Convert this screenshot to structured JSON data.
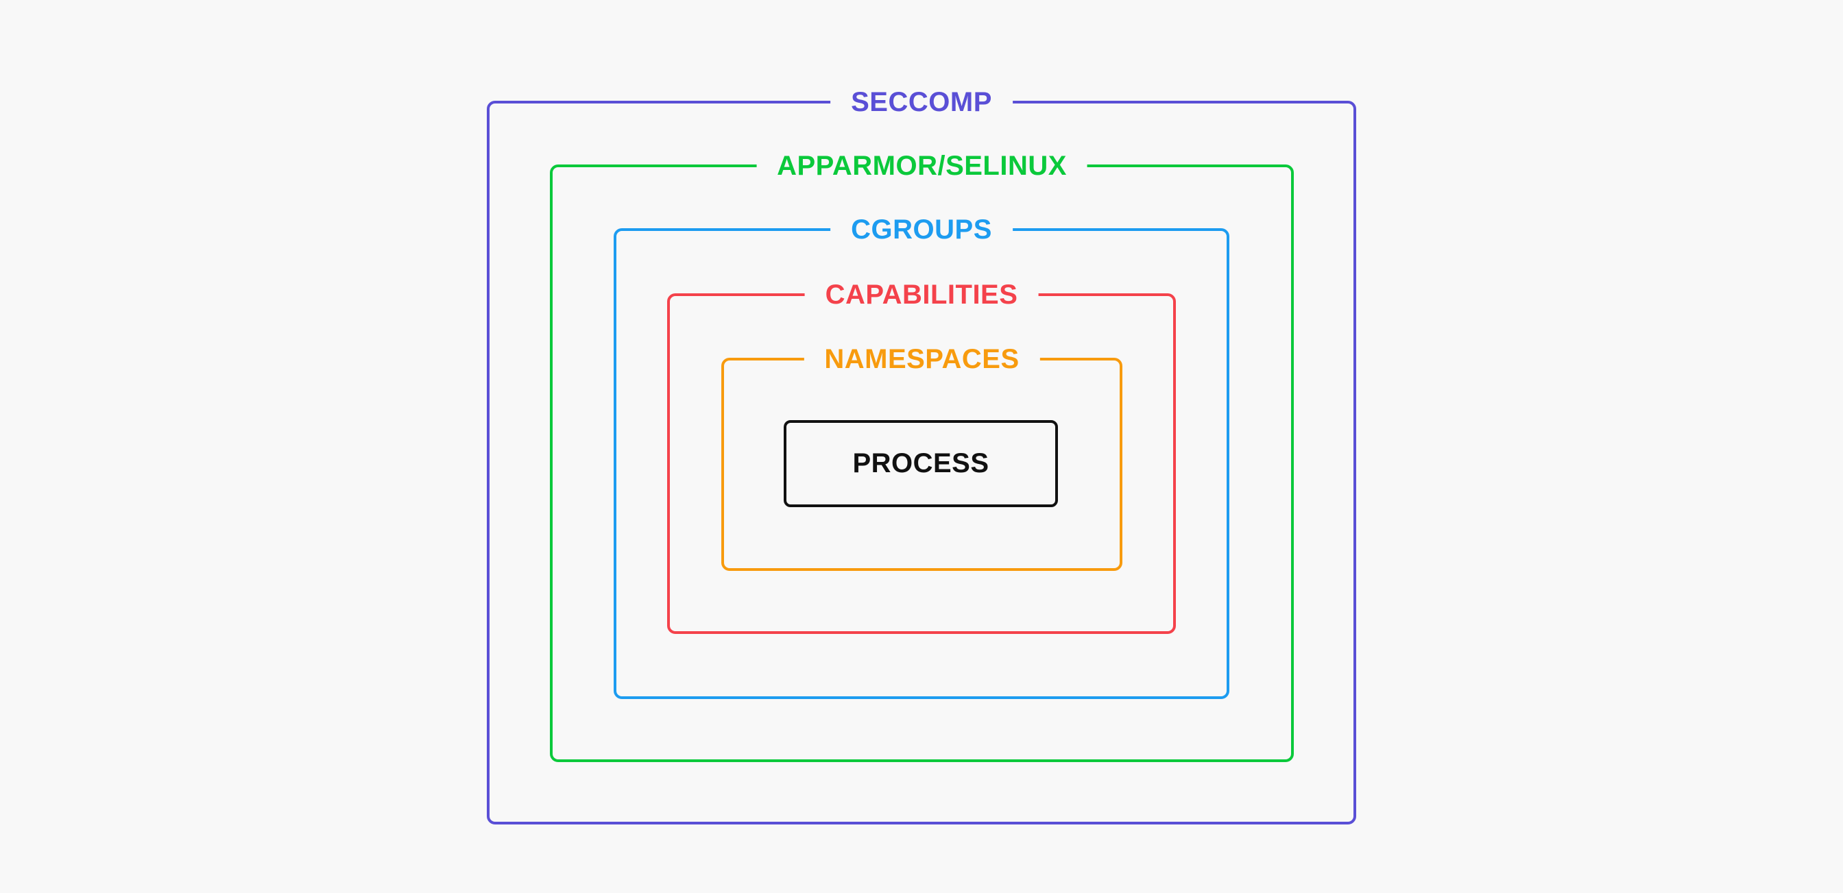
{
  "diagram": {
    "title": "Container isolation layers diagram",
    "background_color": "#f8f8f8",
    "layers": [
      {
        "label": "SECCOMP",
        "color": "#5a4fd6"
      },
      {
        "label": "APPARMOR/SELINUX",
        "color": "#0bc93b"
      },
      {
        "label": "CGROUPS",
        "color": "#1d9cf0"
      },
      {
        "label": "CAPABILITIES",
        "color": "#f4424b"
      },
      {
        "label": "NAMESPACES",
        "color": "#f89b0e"
      }
    ],
    "process": {
      "label": "PROCESS",
      "color": "#111111"
    }
  }
}
